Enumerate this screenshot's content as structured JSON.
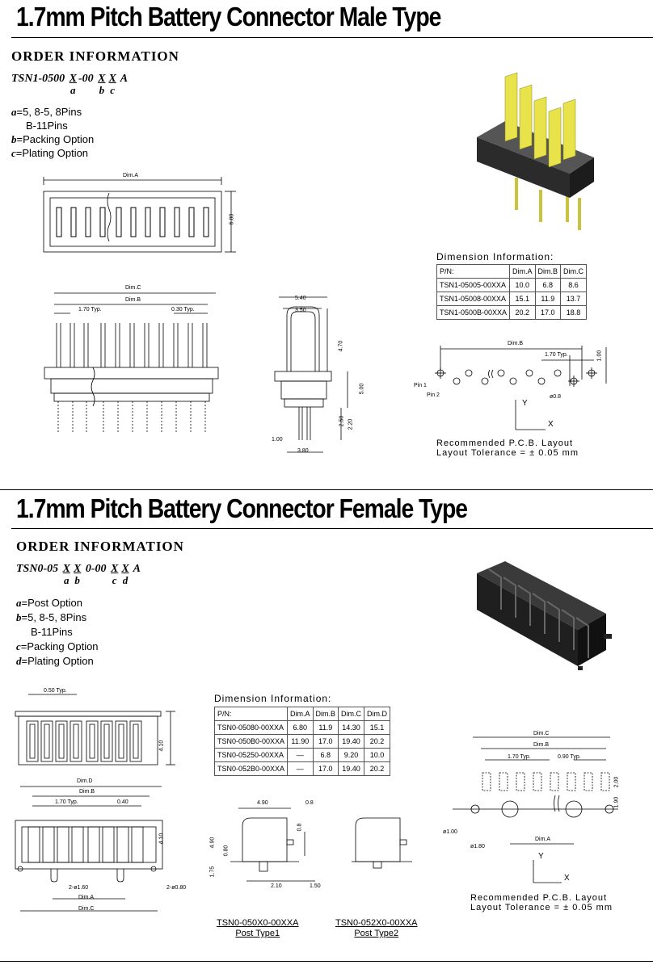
{
  "male": {
    "title": "1.7mm Pitch Battery Connector Male Type",
    "order_heading": "ORDER  INFORMATION",
    "pn": {
      "prefix": "TSN1-0500 ",
      "a": "X",
      "a_l": "a",
      "mid": "-00 ",
      "b": "X",
      "b_l": "b",
      "c": "X",
      "c_l": "c",
      "suffix": " A"
    },
    "options": [
      {
        "key": "a",
        "text": "=5, 8-5, 8Pins"
      },
      {
        "key": "",
        "text": "    B-11Pins"
      },
      {
        "key": "b",
        "text": "=Packing  Option"
      },
      {
        "key": "c",
        "text": "=Plating  Option"
      }
    ],
    "dim_title": "Dimension  Information:",
    "table": {
      "header": [
        "P/N:",
        "Dim.A",
        "Dim.B",
        "Dim.C"
      ],
      "rows": [
        [
          "TSN1-05005-00XXA",
          "10.0",
          "6.8",
          "8.6"
        ],
        [
          "TSN1-05008-00XXA",
          "15.1",
          "11.9",
          "13.7"
        ],
        [
          "TSN1-0500B-00XXA",
          "20.2",
          "17.0",
          "18.8"
        ]
      ]
    },
    "labels": {
      "dimA": "Dim.A",
      "h680": "6.80",
      "dimC": "Dim.C",
      "dimB": "Dim.B",
      "typ170": "1.70  Typ.",
      "typ030": "0.30  Typ.",
      "w540": "5.40",
      "w350": "3.50",
      "h470": "4.70",
      "h500": "5.00",
      "h250": "2.50",
      "h220": "2.20",
      "w100": "1.00",
      "w380": "3.80",
      "pcb_dimB": "Dim.B",
      "pcb_typ": "1.70  Typ.",
      "pcb_100": "1.00",
      "pin1": "Pin  1",
      "pin2": "Pin  2",
      "phi08": "ø0.8",
      "y": "Y",
      "x": "X"
    },
    "pcb_note": [
      "Recommended    P.C.B.  Layout",
      "Layout  Tolerance  =  ±  0.05  mm"
    ]
  },
  "female": {
    "title": "1.7mm Pitch Battery Connector Female Type",
    "order_heading": "ORDER  INFORMATION",
    "pn": {
      "prefix": "TSN0-05 ",
      "a": "X",
      "a_l": "a",
      "b": "X",
      "b_l": "b",
      "mid": " 0-00 ",
      "c": "X",
      "c_l": "c",
      "d": "X",
      "d_l": "d",
      "suffix": " A"
    },
    "options": [
      {
        "key": "a",
        "text": "=Post  Option"
      },
      {
        "key": "b",
        "text": "=5, 8-5, 8Pins"
      },
      {
        "key": "",
        "text": "    B-11Pins"
      },
      {
        "key": "c",
        "text": "=Packing  Option"
      },
      {
        "key": "d",
        "text": "=Plating  Option"
      }
    ],
    "dim_title": "Dimension  Information:",
    "table": {
      "header": [
        "P/N:",
        "Dim.A",
        "Dim.B",
        "Dim.C",
        "Dim.D"
      ],
      "rows": [
        [
          "TSN0-05080-00XXA",
          "6.80",
          "11.9",
          "14.30",
          "15.1"
        ],
        [
          "TSN0-050B0-00XXA",
          "11.90",
          "17.0",
          "19.40",
          "20.2"
        ],
        [
          "TSN0-05250-00XXA",
          "—",
          "6.8",
          "9.20",
          "10.0"
        ],
        [
          "TSN0-052B0-00XXA",
          "—",
          "17.0",
          "19.40",
          "20.2"
        ]
      ]
    },
    "labels": {
      "typ050": "0.50  Typ.",
      "h410a": "4.10",
      "dimD": "Dim.D",
      "dimB": "Dim.B",
      "typ170": "1.70  Typ.",
      "w040": "0.40",
      "h410b": "4.10",
      "phi160": "2-ø1.60",
      "phi080": "2-ø0.80",
      "dimA": "Dim.A",
      "dimC": "Dim.C",
      "w490": "4.90",
      "w08": "0.8",
      "h490": "4.90",
      "h080": "0.80",
      "h08": "0.8",
      "h175": "1.75",
      "w210": "2.10",
      "w150": "1.50",
      "pcb_dimC": "Dim.C",
      "pcb_dimB": "Dim.B",
      "pcb_typ170": "1.70  Typ.",
      "pcb_typ090": "0.90  Typ.",
      "pcb_200": "2.00",
      "pcb_190": "1.90",
      "pcb_phi100": "ø1.00",
      "pcb_phi180": "ø1.80",
      "pcb_dimA": "Dim.A",
      "y": "Y",
      "x": "X"
    },
    "post1": [
      "TSN0-050X0-00XXA",
      "Post  Type1"
    ],
    "post2": [
      "TSN0-052X0-00XXA",
      "Post  Type2"
    ],
    "pcb_note": [
      "Recommended    P.C.B.  Layout",
      "Layout  Tolerance  =  ±  0.05  mm"
    ]
  },
  "colors": {
    "pin_yellow": "#e8e34a",
    "body_dark": "#2b2b2b"
  }
}
